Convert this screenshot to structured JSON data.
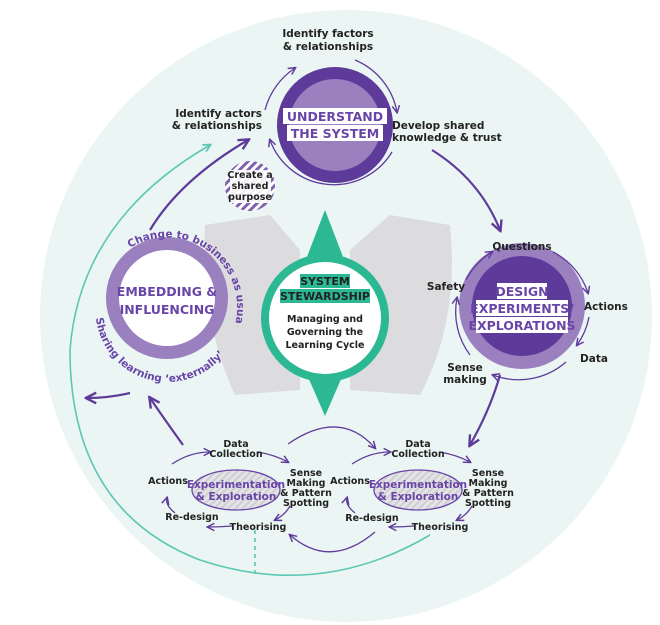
{
  "colors": {
    "background_circle": "#ebf6f4",
    "dark_purple": "#5e3b9a",
    "light_purple": "#9a80bf",
    "teal": "#2bb893",
    "grey": "#dcdcde"
  },
  "understand": {
    "title_1": "UNDERSTAND",
    "title_2": "THE SYSTEM",
    "top_1": "Identify factors",
    "top_2": "& relationships",
    "left_1": "Identify actors",
    "left_2": "& relationships",
    "right_1": "Develop shared",
    "right_2": "knowledge & trust"
  },
  "purpose": {
    "l1": "Create a",
    "l2": "shared",
    "l3": "purpose"
  },
  "design": {
    "t1": "DESIGN",
    "t2": "EXPERIMENTS/",
    "t3": "EXPLORATIONS",
    "questions": "Questions",
    "actions": "Actions",
    "data": "Data",
    "sense_1": "Sense",
    "sense_2": "making",
    "safety": "Safety"
  },
  "embedding": {
    "t1": "EMBEDDING &",
    "t2": "INFLUENCING",
    "outer_top": "Change to business as usual",
    "outer_bottom": "Sharing learning ‘externally’"
  },
  "stewardship": {
    "t1": "SYSTEM",
    "t2": "STEWARDSHIP",
    "d1": "Managing and",
    "d2": "Governing the",
    "d3": "Learning Cycle"
  },
  "loops": [
    {
      "center_1": "Experimentation",
      "center_2": "& Exploration",
      "data_1": "Data",
      "data_2": "Collection",
      "sense_1": "Sense",
      "sense_2": "Making",
      "sense_3": "& Pattern",
      "sense_4": "Spotting",
      "theorising": "Theorising",
      "redesign": "Re-design",
      "actions": "Actions"
    },
    {
      "center_1": "Experimentation",
      "center_2": "& Exploration",
      "data_1": "Data",
      "data_2": "Collection",
      "sense_1": "Sense",
      "sense_2": "Making",
      "sense_3": "& Pattern",
      "sense_4": "Spotting",
      "theorising": "Theorising",
      "redesign": "Re-design",
      "actions": "Actions"
    }
  ]
}
